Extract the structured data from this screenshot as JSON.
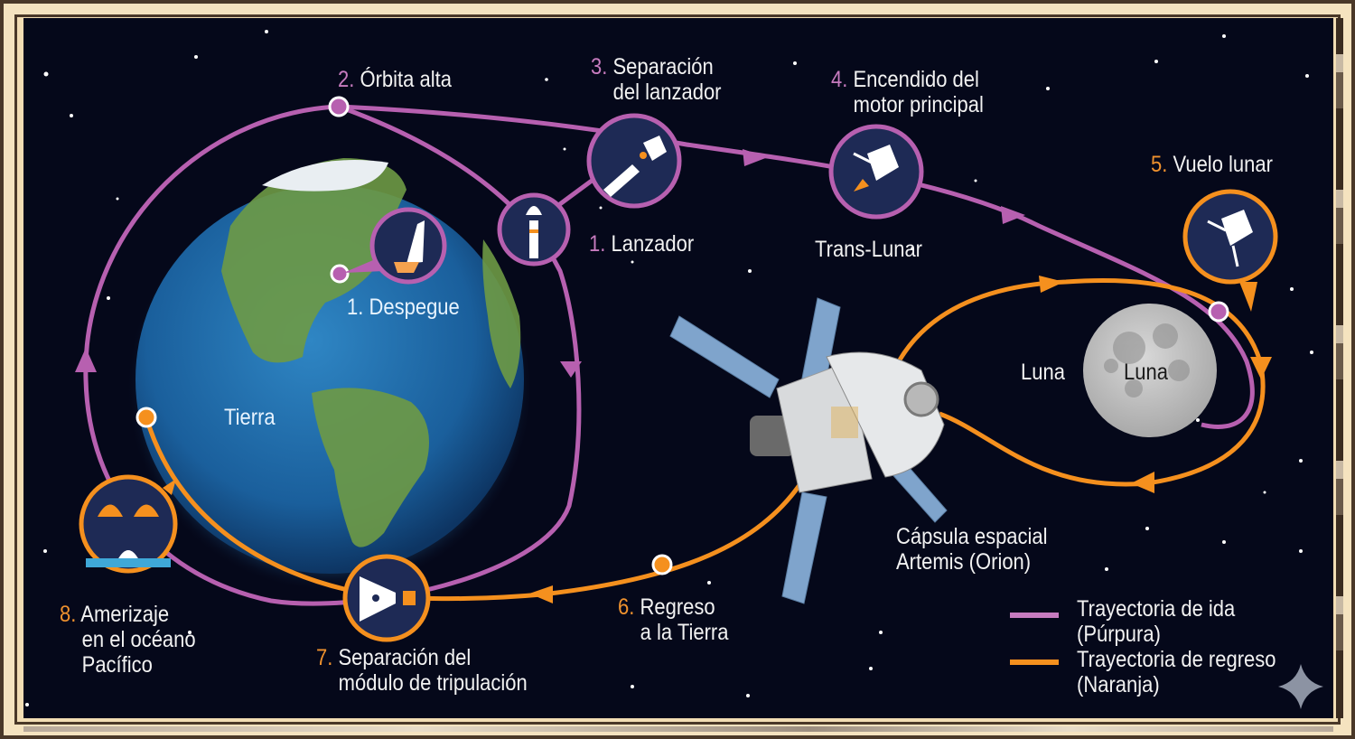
{
  "colors": {
    "outbound": "#b760b0",
    "return": "#f5901e",
    "space": "#05081a",
    "frame": "#f5e3bf",
    "icon_bg": "#1e2a55"
  },
  "earth": {
    "label": "Tierra"
  },
  "moon": {
    "label_outside": "Luna",
    "label_inside": "Luna"
  },
  "spacecraft": {
    "line1": "Cápsula espacial",
    "line2": "Artemis (Orion)"
  },
  "steps": [
    {
      "num": "1.",
      "text": "Despegue",
      "icon": "rocket-launch-icon",
      "track": "outbound"
    },
    {
      "num": "2.",
      "text": "Órbita alta",
      "icon": "orbit-marker",
      "track": "outbound"
    },
    {
      "num": "1.",
      "text": "Lanzador",
      "icon": "launcher-rocket-icon",
      "track": "outbound"
    },
    {
      "num": "3.",
      "line1": "Separación",
      "line2": "del lanzador",
      "icon": "stage-separation-icon",
      "track": "outbound"
    },
    {
      "num": "4.",
      "line1": "Encendido del",
      "line2": "motor principal",
      "sublabel": "Trans-Lunar",
      "icon": "main-engine-burn-icon",
      "track": "outbound"
    },
    {
      "num": "5.",
      "text": "Vuelo lunar",
      "icon": "lunar-flyby-icon",
      "track": "return"
    },
    {
      "num": "6.",
      "line1": "Regreso",
      "line2": "a la Tierra",
      "icon": "return-marker",
      "track": "return"
    },
    {
      "num": "7.",
      "line1": "Separación del",
      "line2": "módulo de tripulación",
      "icon": "crew-module-separation-icon",
      "track": "return"
    },
    {
      "num": "8.",
      "line1": "Amerizaje",
      "line2": "en el océano",
      "line3": "Pacífico",
      "icon": "splashdown-parachute-icon",
      "track": "return"
    }
  ],
  "legend": {
    "outbound_line1": "Trayectoria de ida",
    "outbound_line2": "(Púrpura)",
    "return_line1": "Trayectoria de regreso",
    "return_line2": "(Naranja)"
  }
}
